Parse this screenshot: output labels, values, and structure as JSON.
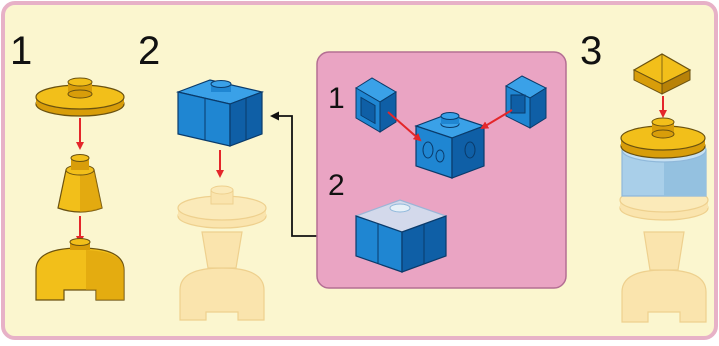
{
  "steps": {
    "step1": "1",
    "step2": "2",
    "step3": "3",
    "sub1": "1",
    "sub2": "2"
  },
  "colors": {
    "frame_bg": "#fbf6cf",
    "border": "#e7b1c7",
    "inset_bg": "#eaa4c3",
    "yellow": "#f2bf1a",
    "yellow_dark": "#d89d0a",
    "yellow_outline": "#6b5210",
    "pale": "#fae4ad",
    "pale_outline": "#eed08e",
    "blue": "#1f86d2",
    "blue_dark": "#0f5fa6",
    "blue_light": "#3aa1e8",
    "blue_outline": "#0a3b6b",
    "arrow_red": "#e4262a"
  }
}
